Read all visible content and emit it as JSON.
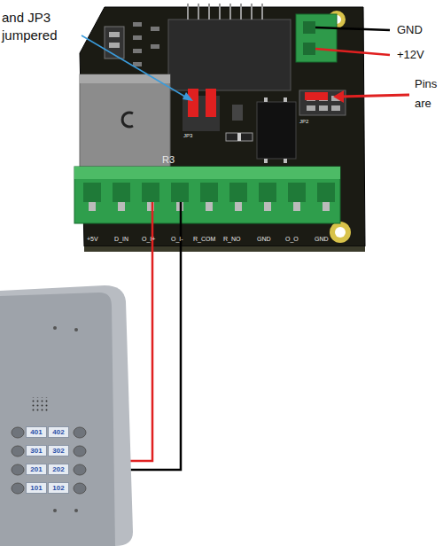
{
  "diagram": {
    "nodes": [
      {
        "text": [
          "401"
        ]
      },
      {
        "text": [
          "402"
        ]
      },
      {
        "text": [
          "301"
        ]
      },
      {
        "text": [
          "302"
        ]
      },
      {
        "text": [
          "201"
        ]
      },
      {
        "text": [
          "202"
        ]
      },
      {
        "text": [
          "101"
        ]
      },
      {
        "text": [
          "102"
        ]
      }
    ],
    "labels": [
      "and JP3",
      "jumpered",
      "GND",
      "+12V",
      "Pins",
      "are",
      "+5V",
      "D_IN",
      "O_I+",
      "O_I-",
      "R_COM",
      "R_NO",
      "GND",
      "O_O",
      "GND",
      "R3",
      "JP3",
      "JP2"
    ]
  }
}
